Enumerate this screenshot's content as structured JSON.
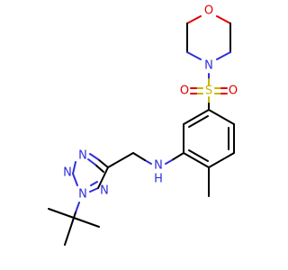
{
  "molecule": {
    "atoms": {
      "morpholine_o": {
        "label": "O",
        "color": "#e00000"
      },
      "morpholine_n": {
        "label": "N",
        "color": "#2f2fd8"
      },
      "sulfur": {
        "label": "S",
        "color": "#c8b400"
      },
      "sulfonyl_o_left": {
        "label": "O",
        "color": "#e00000"
      },
      "sulfonyl_o_right": {
        "label": "O",
        "color": "#e00000"
      },
      "amine_n": {
        "label": "N",
        "color": "#2f2fd8"
      },
      "amine_h": {
        "label": "H",
        "color": "#2f2fd8"
      },
      "tetrazole_n_top": {
        "label": "N",
        "color": "#2f2fd8"
      },
      "tetrazole_n_left": {
        "label": "N",
        "color": "#2f2fd8"
      },
      "tetrazole_n_bottom": {
        "label": "N",
        "color": "#2f2fd8"
      },
      "tetrazole_n_right": {
        "label": "N",
        "color": "#2f2fd8"
      }
    },
    "colors": {
      "carbon_bond": "#000000",
      "nitrogen": "#2f2fd8",
      "oxygen": "#e00000",
      "sulfur": "#c8b400",
      "background": "#ffffff"
    }
  }
}
